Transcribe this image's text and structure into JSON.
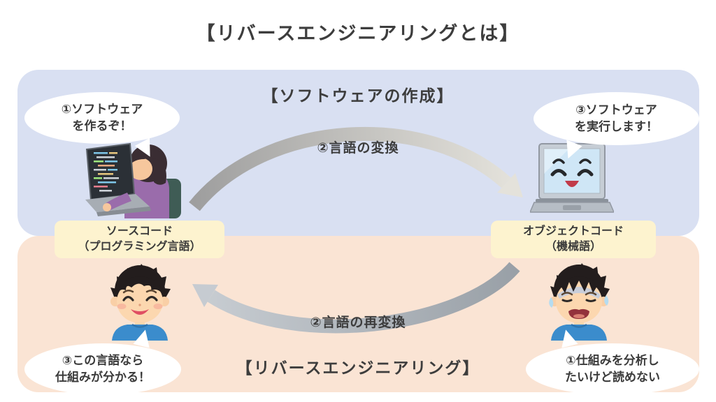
{
  "title": "【リバースエンジニアリングとは】",
  "software_creation": {
    "heading": "【ソフトウェアの作成】",
    "programmer_bubble": {
      "line1": "①ソフトウェア",
      "line2": "を作るぞ！"
    },
    "laptop_bubble": {
      "line1": "③ソフトウェア",
      "line2": "を実行します！"
    },
    "arrow_label": "②言語の変換"
  },
  "reverse_engineering": {
    "heading": "【リバースエンジニアリング】",
    "happy_bubble": {
      "line1": "③この言語なら",
      "line2": "仕組みが分かる！"
    },
    "worried_bubble": {
      "line1": "①仕組みを分析し",
      "line2": "たいけど読めない"
    },
    "arrow_label": "②言語の再変換"
  },
  "code_labels": {
    "source": {
      "line1": "ソースコード",
      "line2": "（プログラミング言語）"
    },
    "object": {
      "line1": "オブジェクトコード",
      "line2": "（機械語）"
    }
  },
  "icons": {
    "programmer": "woman-coding-at-laptop-icon",
    "running_laptop": "smiling-laptop-icon",
    "happy_analyst": "smiling-boy-icon",
    "worried_analyst": "sweating-worried-boy-icon",
    "top_arrow": "curved-arrow-right-icon",
    "bottom_arrow": "curved-arrow-left-icon"
  },
  "colors": {
    "creation_panel": "#d9e0f2",
    "reverse_panel": "#fae4d4",
    "code_label_box": "#fdf3cf",
    "speech_bubble": "#ffffff",
    "text": "#3c3c3c",
    "arrow_dark": "#9e9e9e",
    "arrow_light": "#e6e4dd",
    "shirt_blue": "#3b8ccc",
    "sweater_purple": "#9a6cab",
    "laptop_screen_blue": "#cfe6f6"
  }
}
